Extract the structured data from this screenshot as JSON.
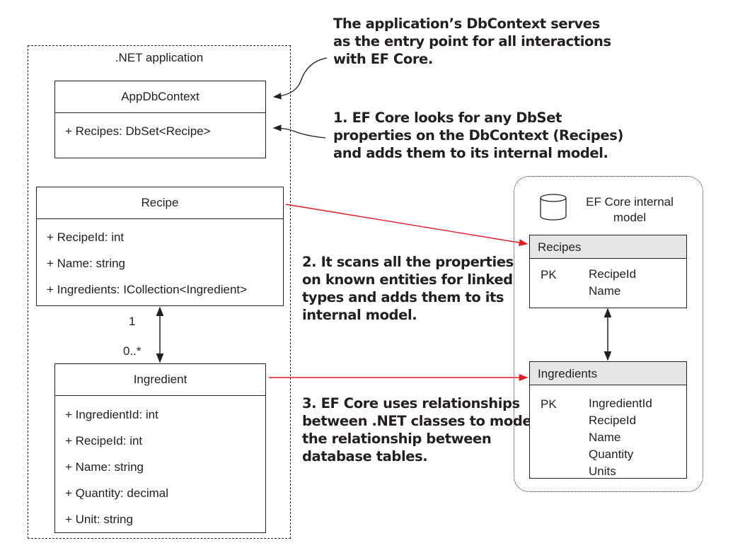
{
  "net_app": {
    "title": ".NET application",
    "app_db_context": {
      "name": "AppDbContext",
      "props": [
        "+ Recipes: DbSet<Recipe>"
      ]
    },
    "recipe": {
      "name": "Recipe",
      "props": [
        "+ RecipeId: int",
        "+ Name: string",
        "+ Ingredients: ICollection<Ingredient>"
      ]
    },
    "ingredient": {
      "name": "Ingredient",
      "props": [
        "+ IngredientId: int",
        "+ RecipeId: int",
        "+ Name: string",
        "+ Quantity: decimal",
        "+ Unit: string"
      ]
    },
    "multiplicity": {
      "one": "1",
      "many": "0..*"
    }
  },
  "annotations": {
    "entry_point": [
      "The application’s DbContext serves",
      "as the entry point for all interactions",
      "with EF Core."
    ],
    "step1": [
      "1. EF Core looks for any DbSet",
      "properties on the DbContext (Recipes)",
      "and adds them to its internal model."
    ],
    "step2": [
      "2. It scans all the properties",
      "on known entities for linked",
      "types and adds them to its",
      "internal model."
    ],
    "step3": [
      "3. EF Core uses relationships",
      "between .NET classes to model",
      "the relationship between",
      "database tables."
    ]
  },
  "ef_model": {
    "title_lines": [
      "EF Core internal",
      "model"
    ],
    "recipes_table": {
      "name": "Recipes",
      "pk_label": "PK",
      "columns": [
        "RecipeId",
        "Name"
      ]
    },
    "ingredients_table": {
      "name": "Ingredients",
      "pk_label": "PK",
      "columns": [
        "IngredientId",
        "RecipeId",
        "Name",
        "Quantity",
        "Units"
      ]
    }
  },
  "colors": {
    "ink": "#231f20",
    "accent_red": "#e31b23",
    "table_header": "#e6e6e7"
  },
  "icons": {
    "database": "database-icon"
  }
}
